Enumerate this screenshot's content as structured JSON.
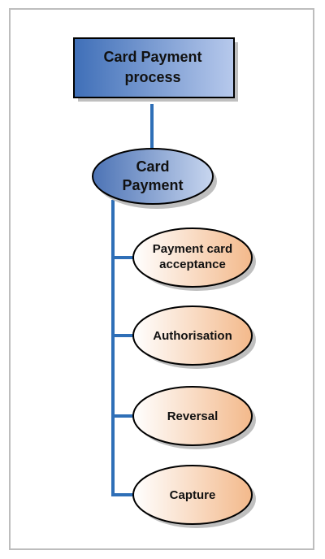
{
  "diagram": {
    "root": {
      "lines": [
        "Card Payment",
        "process"
      ]
    },
    "parent": {
      "lines": [
        "Card",
        "Payment"
      ]
    },
    "children": [
      {
        "lines": [
          "Payment card",
          "acceptance"
        ]
      },
      {
        "lines": [
          "Authorisation"
        ]
      },
      {
        "lines": [
          "Reversal"
        ]
      },
      {
        "lines": [
          "Capture"
        ]
      }
    ],
    "colors": {
      "connector": "#2f6fb7",
      "root_fill_start": "#3f6fb8",
      "root_fill_end": "#b7c9ec",
      "parent_fill_start": "#4c73b5",
      "parent_fill_end": "#c8d6ef",
      "child_fill_start": "#ffffff",
      "child_fill_end": "#f3b98b",
      "stroke": "#000000",
      "shadow": "#bfbfbf"
    }
  }
}
